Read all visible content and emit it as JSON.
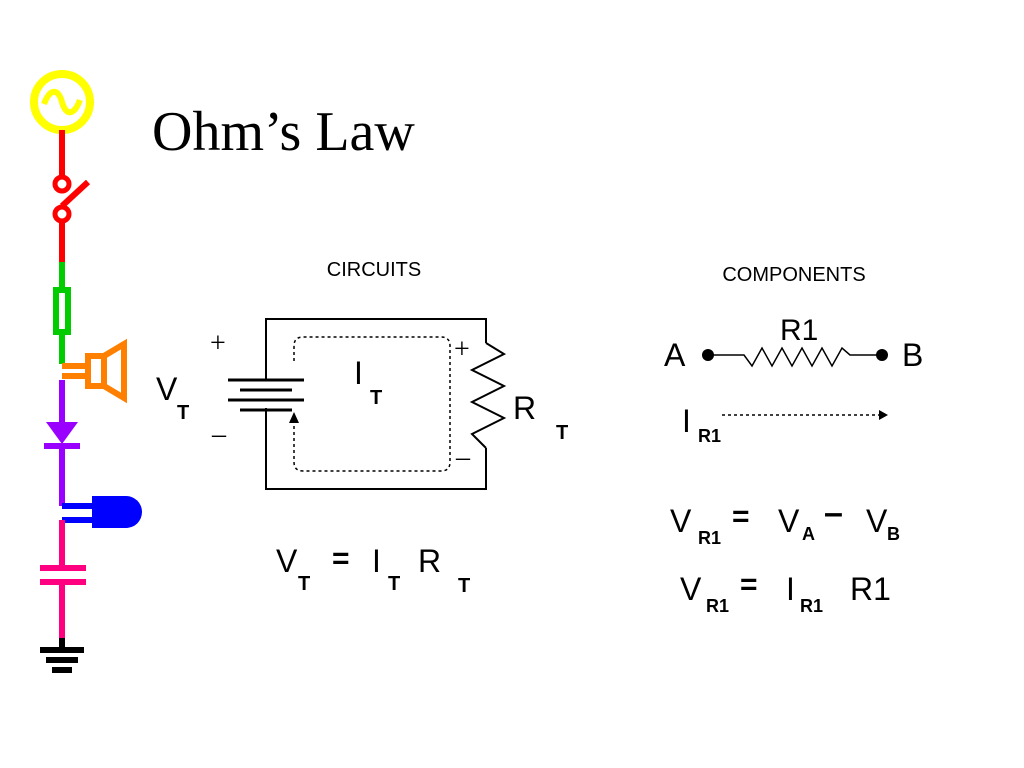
{
  "title": "Ohm’s Law",
  "circuits": {
    "heading": "CIRCUITS",
    "plus_left": "+",
    "minus_left": "–",
    "plus_right": "+",
    "minus_right": "–",
    "vt_main": "V",
    "vt_sub": "T",
    "it_main": "I",
    "it_sub": "T",
    "rt_main": "R",
    "rt_sub": "T",
    "equation": {
      "v": "V",
      "v_sub": "T",
      "eq": "=",
      "i": "I",
      "i_sub": "T",
      "r": "R",
      "r_sub": "T"
    }
  },
  "components": {
    "heading": "COMPONENTS",
    "node_a": "A",
    "node_b": "B",
    "resistor_label": "R1",
    "current_main": "I",
    "current_sub": "R1",
    "eq1": {
      "v": "V",
      "v_sub": "R1",
      "eq": "=",
      "va": "V",
      "va_sub": "A",
      "minus": "–",
      "vb": "V",
      "vb_sub": "B"
    },
    "eq2": {
      "v": "V",
      "v_sub": "R1",
      "eq": "=",
      "i": "I",
      "i_sub": "R1",
      "r": "R1"
    }
  },
  "colors": {
    "source": "#ffff00",
    "red": "#ff0000",
    "green": "#00cc00",
    "orange": "#ff8000",
    "purple": "#9900ff",
    "blue": "#0000ff",
    "pink": "#ff0080",
    "black": "#000000"
  }
}
